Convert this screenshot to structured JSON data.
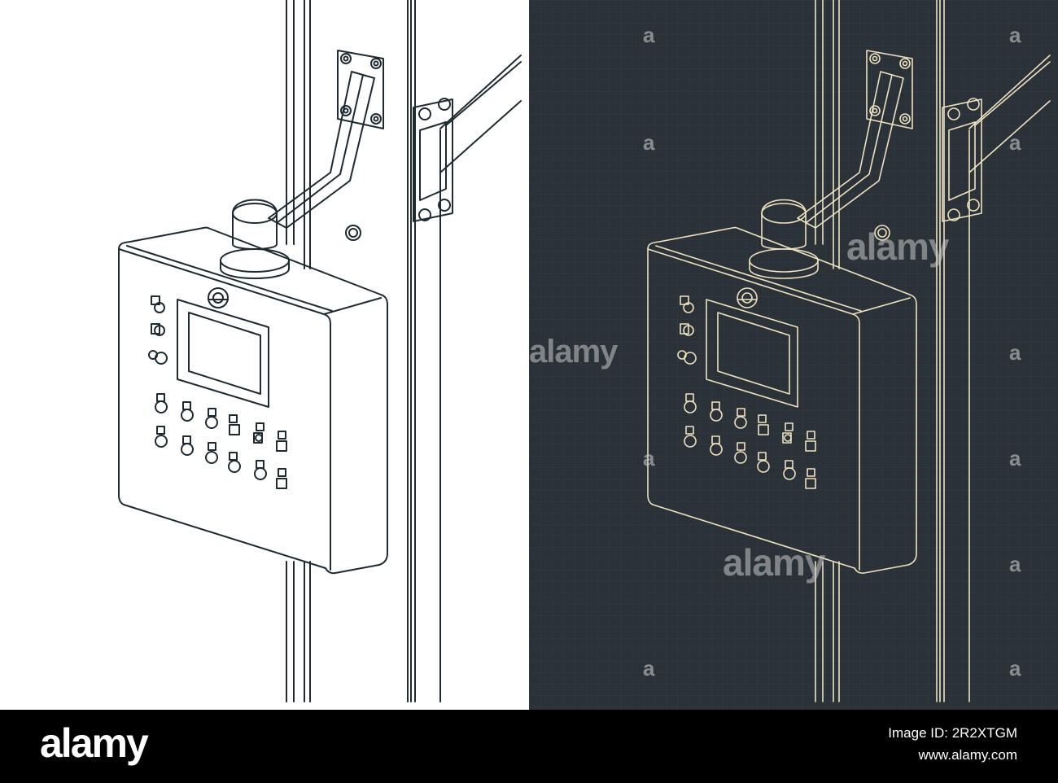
{
  "watermark": {
    "brand": "alamy",
    "mark": "a"
  },
  "footer": {
    "logo": "alamy",
    "image_id": "Image ID: 2R2XTGM",
    "url": "www.alamy.com"
  },
  "colors": {
    "light_panel_bg": "#ffffff",
    "light_line": "#1f2a30",
    "dark_panel_bg": "#2a3238",
    "dark_line": "#efe2c2",
    "footer_bg": "#000000"
  }
}
